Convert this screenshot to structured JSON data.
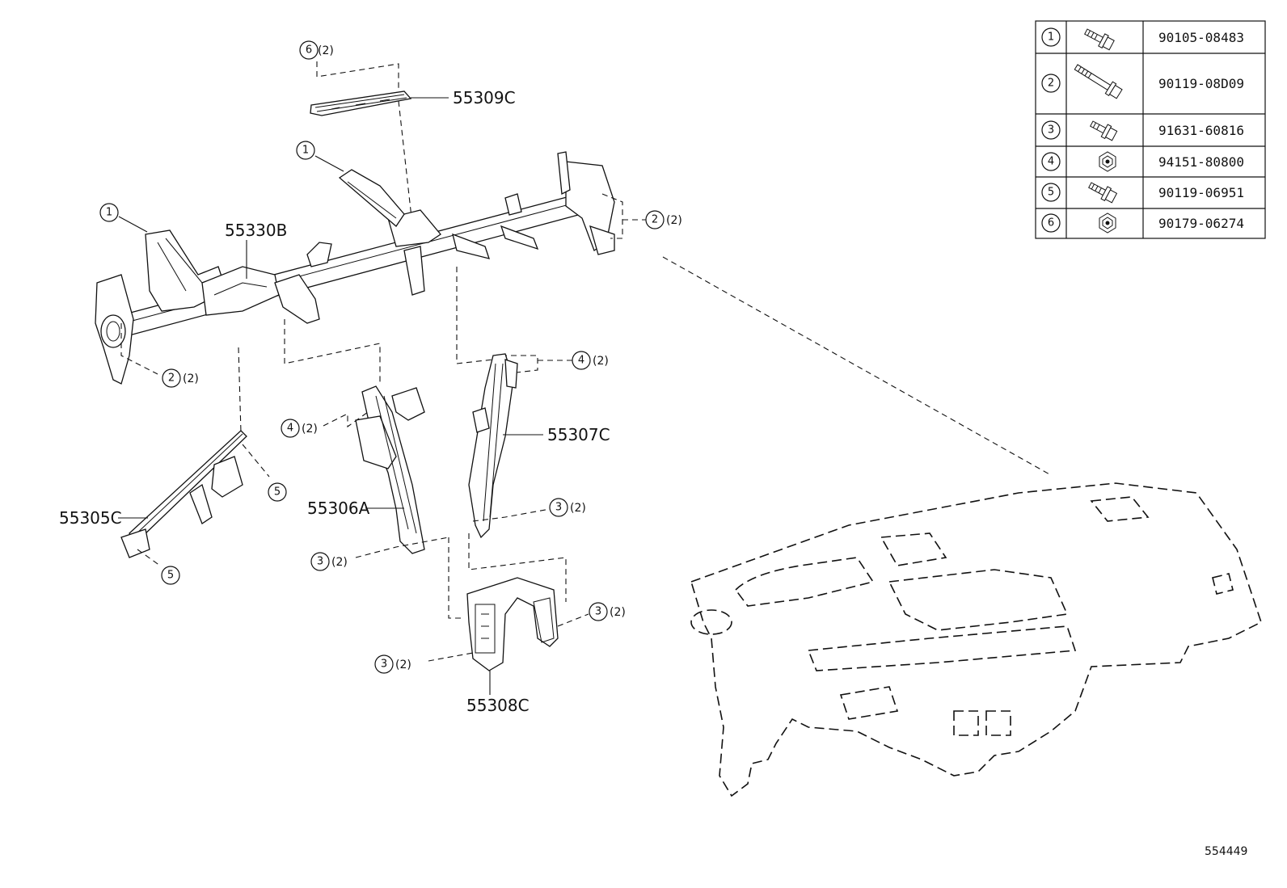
{
  "parts": {
    "p55309C": "55309C",
    "p55330B": "55330B",
    "p55307C": "55307C",
    "p55306A": "55306A",
    "p55305C": "55305C",
    "p55308C": "55308C"
  },
  "callouts": {
    "c6_top": {
      "num": "6",
      "qty": "(2)"
    },
    "c1_top": {
      "num": "1",
      "qty": ""
    },
    "c1_left": {
      "num": "1",
      "qty": ""
    },
    "c2_right": {
      "num": "2",
      "qty": "(2)"
    },
    "c2_left": {
      "num": "2",
      "qty": "(2)"
    },
    "c4_right": {
      "num": "4",
      "qty": "(2)"
    },
    "c4_left": {
      "num": "4",
      "qty": "(2)"
    },
    "c5_upper": {
      "num": "5",
      "qty": ""
    },
    "c5_lower": {
      "num": "5",
      "qty": ""
    },
    "c3_a": {
      "num": "3",
      "qty": "(2)"
    },
    "c3_b": {
      "num": "3",
      "qty": "(2)"
    },
    "c3_c": {
      "num": "3",
      "qty": "(2)"
    },
    "c3_d": {
      "num": "3",
      "qty": "(2)"
    }
  },
  "fastener_table": {
    "rows": [
      {
        "num": "1",
        "icon": "bolt-short-icon",
        "part_no": "90105-08483"
      },
      {
        "num": "2",
        "icon": "bolt-long-icon",
        "part_no": "90119-08D09"
      },
      {
        "num": "3",
        "icon": "bolt-short-icon",
        "part_no": "91631-60816"
      },
      {
        "num": "4",
        "icon": "hex-nut-icon",
        "part_no": "94151-80800"
      },
      {
        "num": "5",
        "icon": "bolt-short-icon",
        "part_no": "90119-06951"
      },
      {
        "num": "6",
        "icon": "hex-nut-icon",
        "part_no": "90179-06274"
      }
    ]
  },
  "doc_number": "554449"
}
